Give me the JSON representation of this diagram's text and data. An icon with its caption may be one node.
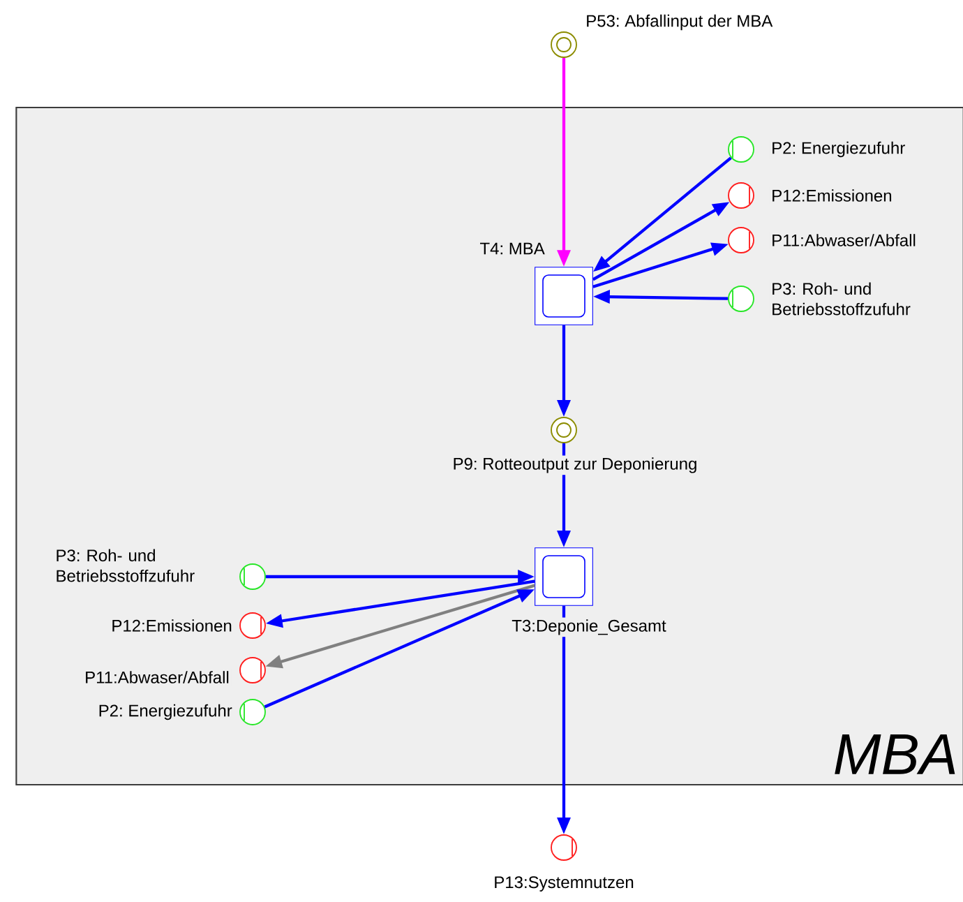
{
  "diagram": {
    "nodes": [
      {
        "text": [
          "MBA"
        ]
      },
      {
        "text": [
          "P53: Abfallinput der MBA"
        ]
      },
      {
        "text": [
          "T4: MBA"
        ],
        "in": 0
      },
      {
        "text": [
          "P2: Energiezufuhr"
        ],
        "in": 0
      },
      {
        "text": [
          "P12:Emissionen"
        ],
        "in": 0
      },
      {
        "text": [
          "P11:Abwaser/Abfall"
        ],
        "in": 0
      },
      {
        "text": [
          "P3: Roh- und Betriebsstoffzufuhr"
        ],
        "in": 0
      },
      {
        "text": [
          "P9: Rotteoutput zur Deponierung"
        ],
        "in": 0
      },
      {
        "text": [
          "T3:Deponie_Gesamt"
        ],
        "in": 0
      },
      {
        "text": [
          "P3: Roh- und Betriebsstoffzufuhr"
        ],
        "in": 0
      },
      {
        "text": [
          "P12:Emissionen"
        ],
        "in": 0
      },
      {
        "text": [
          "P11:Abwaser/Abfall"
        ],
        "in": 0
      },
      {
        "text": [
          "P2: Energiezufuhr"
        ],
        "in": 0
      },
      {
        "text": [
          "P13:Systemnutzen"
        ]
      }
    ],
    "edges": [
      {
        "from": 1,
        "to": 2,
        "arrow": "to",
        "color": "#ff00ff"
      },
      {
        "from": 3,
        "to": 2,
        "arrow": "to"
      },
      {
        "from": 2,
        "to": 4,
        "arrow": "to"
      },
      {
        "from": 2,
        "to": 5,
        "arrow": "to"
      },
      {
        "from": 6,
        "to": 2,
        "arrow": "to"
      },
      {
        "from": 2,
        "to": 7,
        "arrow": "to"
      },
      {
        "from": 7,
        "to": 8,
        "arrow": "to"
      },
      {
        "from": 9,
        "to": 8,
        "arrow": "to"
      },
      {
        "from": 8,
        "to": 10,
        "arrow": "to"
      },
      {
        "from": 8,
        "to": 11,
        "arrow": "to",
        "color": "#808080"
      },
      {
        "from": 12,
        "to": 8,
        "arrow": "to"
      },
      {
        "from": 8,
        "to": 13,
        "arrow": "to"
      }
    ]
  }
}
